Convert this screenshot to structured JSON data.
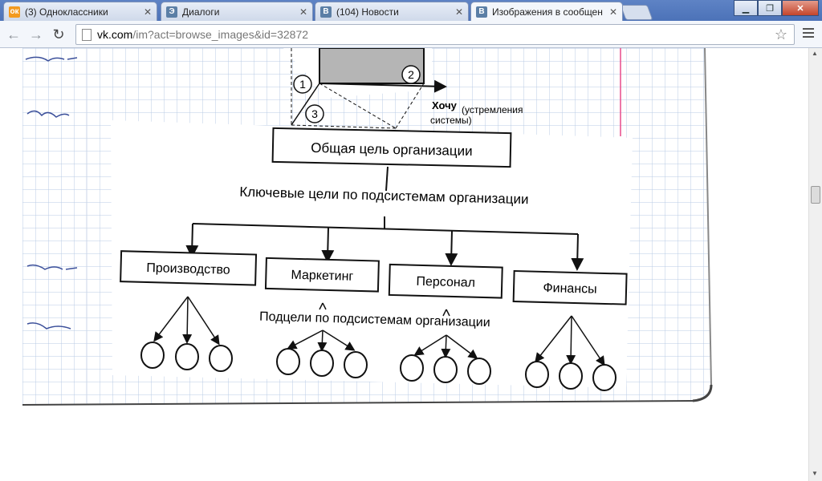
{
  "tabs": [
    {
      "label": "(3) Одноклассники",
      "favicon": "odnoklassniki-icon",
      "fav_color": "#f39a1f",
      "fav_glyph": "ок"
    },
    {
      "label": "Диалоги",
      "favicon": "vk-dialogs-icon",
      "fav_color": "#5b7fa6",
      "fav_glyph": "Э"
    },
    {
      "label": "(104) Новости",
      "favicon": "vk-icon",
      "fav_color": "#5b7fa6",
      "fav_glyph": "В"
    },
    {
      "label": "Изображения в сообщен",
      "favicon": "vk-icon",
      "fav_color": "#5b7fa6",
      "fav_glyph": "В",
      "active": true
    }
  ],
  "url": {
    "host": "vk.com",
    "path": "/im?act=browse_images&id=32872"
  },
  "diagram": {
    "top_label_want": "Хочу",
    "top_label_want_rest": "(устремления",
    "top_label_system": "системы)",
    "circle_labels": [
      "1",
      "2",
      "3"
    ],
    "goal": "Общая цель организации",
    "key_goals": "Ключевые цели по подсистемам организации",
    "subsystems": [
      "Производство",
      "Маркетинг",
      "Персонал",
      "Финансы"
    ],
    "subgoals": "Подцели по подсистемам организации"
  },
  "colors": {
    "paper": "#ffffff",
    "grid": "#b9cbe4",
    "margin_line": "#e84a8a",
    "ink": "#111111"
  }
}
